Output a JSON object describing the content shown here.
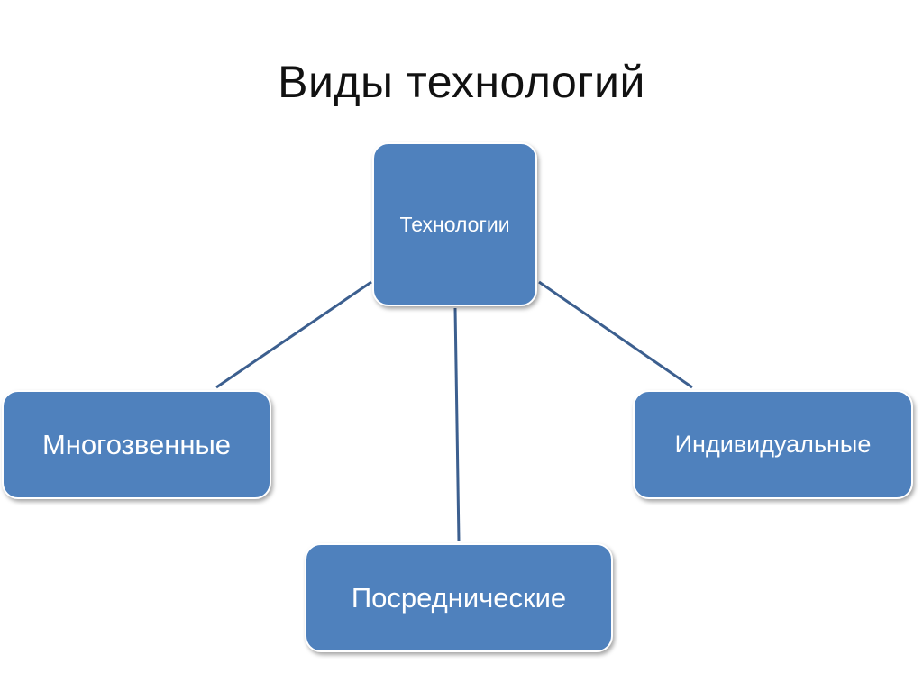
{
  "title": "Виды технологий",
  "diagram": {
    "root": {
      "label": "Технологии"
    },
    "children": [
      {
        "label": "Многозвенные"
      },
      {
        "label": "Посреднические"
      },
      {
        "label": "Индивидуальные"
      }
    ]
  },
  "colors": {
    "node_fill": "#4f81bd",
    "connector": "#3c5f8f",
    "node_text": "#ffffff"
  }
}
